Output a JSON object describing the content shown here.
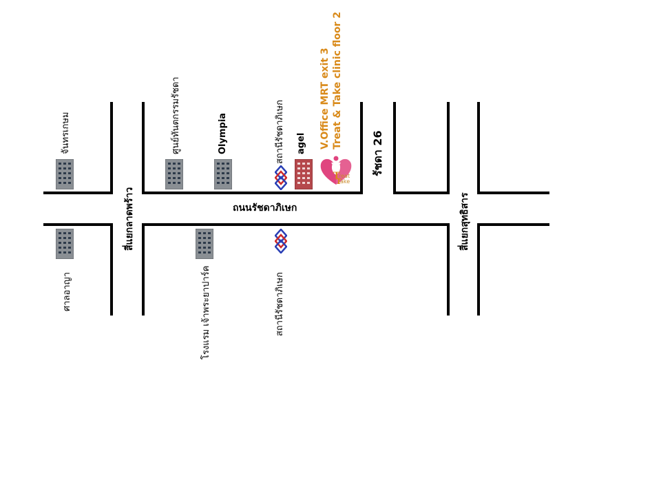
{
  "roads": {
    "main": "ถนนรัชดาภิเษก",
    "ratchada26": "รัชดา 26",
    "left_intersection": "สี่แยกลาดพร้าว",
    "right_intersection": "สี่แยกสุทธิสาร"
  },
  "places": {
    "chankasem": "จันทรเกษม",
    "convention": "ศูนย์ทันตกรรมรัชดา",
    "olympia": "Olympia",
    "mrt_top": "สถานีรัชดาภิเษก",
    "agel": "agel",
    "vclinic_line1": "V.Office MRT exit 3",
    "vclinic_line2": "Treat & Take clinic floor 2",
    "court": "ศาลอาญา",
    "hotel": "โรงแรม เจ้าพระยาปาร์ค",
    "mrt_bottom": "สถานีรัชดาภิเษก"
  },
  "logo": {
    "line1": "reat",
    "line2": "ake",
    "letter1": "T",
    "letter2": "T"
  },
  "colors": {
    "road": "#000000",
    "highlight_text": "#d98a1a",
    "building_gray": "#8a8f94",
    "building_red": "#b5484c",
    "mrt_blue": "#2a3fb5",
    "mrt_red": "#cf2b2b",
    "logo_pink": "#e0457f"
  }
}
